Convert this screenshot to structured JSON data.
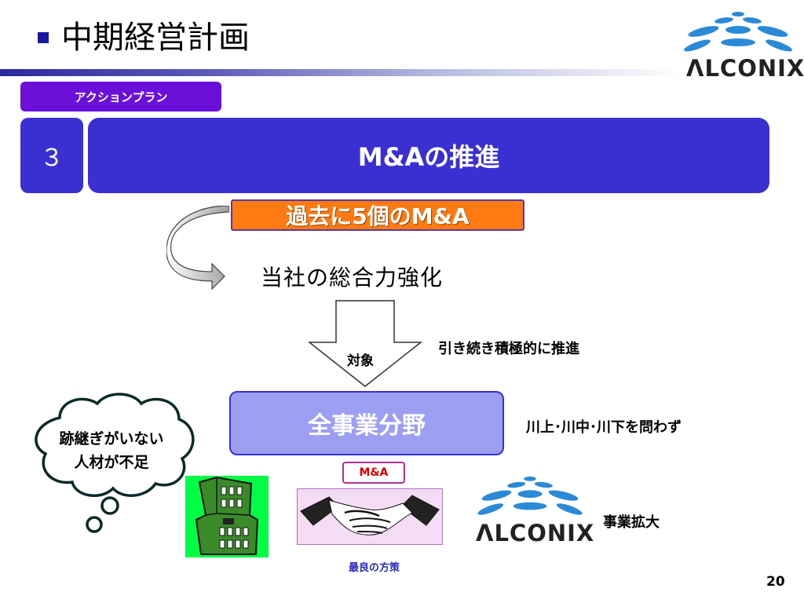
{
  "header": {
    "title": "中期経営計画"
  },
  "logo": {
    "wordmark": "ΛLCONIX",
    "colors": {
      "blue": "#2a8ad8",
      "text": "#222222"
    }
  },
  "plan": {
    "action_label": "アクションプラン",
    "number": "３",
    "title": "M&Aの推進"
  },
  "flow": {
    "past_ma": "過去に5個のM&A",
    "strength": "当社の総合力強化",
    "target": "対象",
    "continue": "引き続き積極的に推進",
    "all_business": "全事業分野",
    "stream": "川上･川中･川下を問わず",
    "ma_label": "M&A",
    "best_policy": "最良の方策",
    "expand": "事業拡大"
  },
  "cloud": {
    "line1": "跡継ぎがいない",
    "line2": "人材が不足"
  },
  "page_number": "20",
  "colors": {
    "primary": "#3a2fd0",
    "action": "#6a10d8",
    "orange": "#ff7a10",
    "light_purple": "#9c9ef2",
    "red": "#e00000"
  }
}
